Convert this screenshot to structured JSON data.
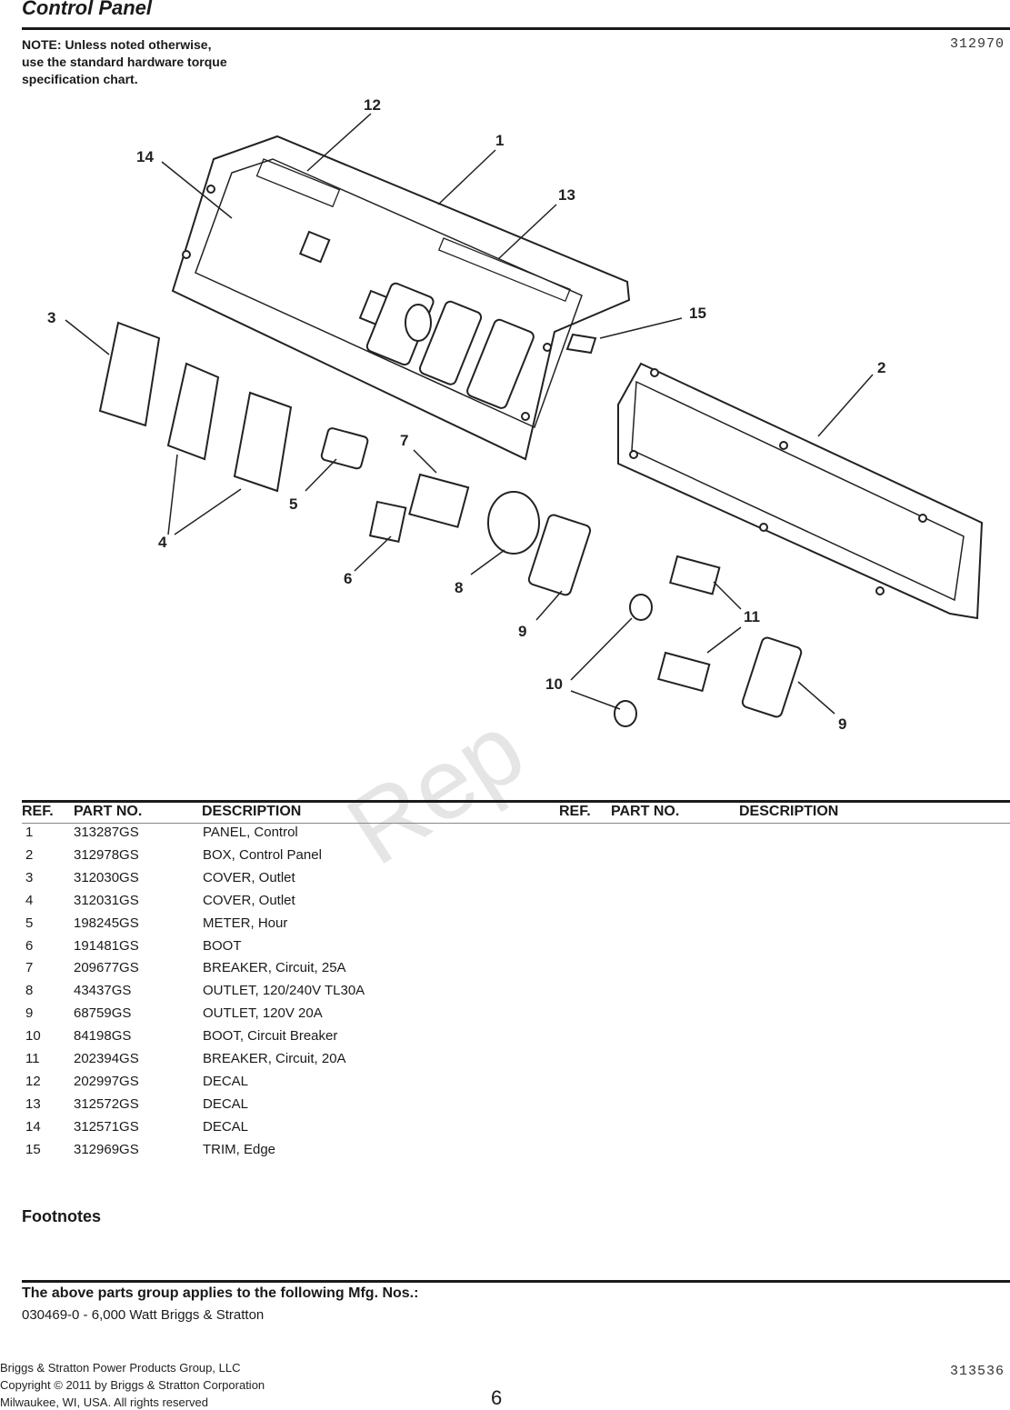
{
  "header": {
    "title": "Control Panel",
    "note_lines": [
      "NOTE: Unless noted otherwise,",
      "use the standard hardware torque",
      "specification chart."
    ],
    "figure_number": "312970"
  },
  "diagram": {
    "callouts": [
      "1",
      "2",
      "3",
      "4",
      "5",
      "6",
      "7",
      "8",
      "9",
      "10",
      "11",
      "12",
      "13",
      "14",
      "15"
    ]
  },
  "watermark": "Rep",
  "parts_table": {
    "headers": [
      "REF.",
      "PART NO.",
      "DESCRIPTION",
      "REF.",
      "PART NO.",
      "DESCRIPTION"
    ],
    "rows": [
      {
        "ref": "1",
        "part": "313287GS",
        "desc": "PANEL, Control"
      },
      {
        "ref": "2",
        "part": "312978GS",
        "desc": "BOX, Control Panel"
      },
      {
        "ref": "3",
        "part": "312030GS",
        "desc": "COVER, Outlet"
      },
      {
        "ref": "4",
        "part": "312031GS",
        "desc": "COVER, Outlet"
      },
      {
        "ref": "5",
        "part": "198245GS",
        "desc": "METER, Hour"
      },
      {
        "ref": "6",
        "part": "191481GS",
        "desc": "BOOT"
      },
      {
        "ref": "7",
        "part": "209677GS",
        "desc": "BREAKER, Circuit, 25A"
      },
      {
        "ref": "8",
        "part": "43437GS",
        "desc": "OUTLET, 120/240V TL30A"
      },
      {
        "ref": "9",
        "part": "68759GS",
        "desc": "OUTLET, 120V 20A"
      },
      {
        "ref": "10",
        "part": "84198GS",
        "desc": "BOOT, Circuit Breaker"
      },
      {
        "ref": "11",
        "part": "202394GS",
        "desc": "BREAKER, Circuit, 20A"
      },
      {
        "ref": "12",
        "part": "202997GS",
        "desc": "DECAL"
      },
      {
        "ref": "13",
        "part": "312572GS",
        "desc": "DECAL"
      },
      {
        "ref": "14",
        "part": "312571GS",
        "desc": "DECAL"
      },
      {
        "ref": "15",
        "part": "312969GS",
        "desc": "TRIM, Edge"
      }
    ]
  },
  "footnotes": {
    "title": "Footnotes"
  },
  "applies": {
    "title": "The above parts group applies to the following Mfg. Nos.:",
    "item": "030469-0 - 6,000 Watt Briggs & Stratton"
  },
  "footer": {
    "company": "Briggs & Stratton Power Products Group, LLC",
    "copyright": "Copyright ©  2011 by Briggs & Stratton Corporation",
    "address": "Milwaukee, WI, USA. All rights reserved",
    "page_number": "6",
    "doc_number": "313536"
  }
}
